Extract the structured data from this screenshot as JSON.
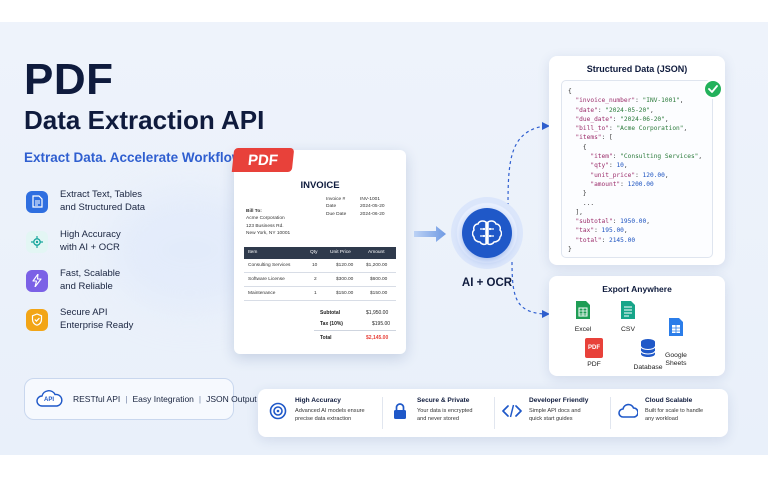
{
  "hero": {
    "title": "PDF",
    "subtitle": "Data Extraction API",
    "tagline": "Extract Data. Accelerate Workflows."
  },
  "features": [
    {
      "line1": "Extract Text, Tables",
      "line2": "and Structured Data",
      "icon": "document-icon",
      "color": "#2f6fe0"
    },
    {
      "line1": "High Accuracy",
      "line2": "with AI + OCR",
      "icon": "ai-chip-icon",
      "color": "#18a79d"
    },
    {
      "line1": "Fast, Scalable",
      "line2": "and Reliable",
      "icon": "lightning-icon",
      "color": "#7b61e6"
    },
    {
      "line1": "Secure API",
      "line2": "Enterprise Ready",
      "icon": "shield-icon",
      "color": "#f2a516"
    }
  ],
  "api_box": {
    "icon_label": "API",
    "item1": "RESTful API",
    "item2": "Easy Integration",
    "item3": "JSON Output",
    "divider": "|"
  },
  "invoice": {
    "tag": "PDF",
    "title": "INVOICE",
    "bill_to_label": "Bill To:",
    "bill_to_line1": "Acme Corporation",
    "bill_to_line2": "123 Business Rd.",
    "bill_to_line3": "New York, NY 10001",
    "meta_labels": [
      "Invoice #",
      "Date",
      "Due Date"
    ],
    "meta_values": [
      "INV-1001",
      "2024-05-20",
      "2024-06-20"
    ],
    "columns": [
      "Item",
      "Qty",
      "Unit Price",
      "Amount"
    ],
    "rows": [
      [
        "Consulting Services",
        "10",
        "$120.00",
        "$1,200.00"
      ],
      [
        "Software License",
        "2",
        "$300.00",
        "$600.00"
      ],
      [
        "Maintenance",
        "1",
        "$150.00",
        "$150.00"
      ]
    ],
    "subtotal_label": "Subtotal",
    "subtotal_value": "$1,950.00",
    "tax_label": "Tax (10%)",
    "tax_value": "$195.00",
    "total_label": "Total",
    "total_value": "$2,145.00"
  },
  "ai": {
    "label": "AI + OCR"
  },
  "json_card": {
    "title": "Structured Data (JSON)",
    "lines": [
      "{",
      "  \"invoice_number\": \"INV-1001\",",
      "  \"date\": \"2024-05-20\",",
      "  \"due_date\": \"2024-06-20\",",
      "  \"bill_to\": \"Acme Corporation\",",
      "  \"items\": [",
      "    {",
      "      \"item\": \"Consulting Services\",",
      "      \"qty\": 10,",
      "      \"unit_price\": 120.00,",
      "      \"amount\": 1200.00",
      "    }",
      "    ...",
      "  ],",
      "  \"subtotal\": 1950.00,",
      "  \"tax\": 195.00,",
      "  \"total\": 2145.00",
      "}"
    ]
  },
  "export_card": {
    "title": "Export Anywhere",
    "items": [
      {
        "label": "Excel",
        "icon": "excel-icon"
      },
      {
        "label": "CSV",
        "icon": "csv-icon"
      },
      {
        "label": "Google\nSheets",
        "icon": "google-sheets-icon"
      },
      {
        "label": "PDF",
        "icon": "pdf-icon"
      },
      {
        "label": "Database",
        "icon": "database-icon"
      }
    ],
    "pdf_icon_text": "PDF"
  },
  "bottom_features": [
    {
      "title": "High Accuracy",
      "line1": "Advanced AI models ensure",
      "line2": "precise data extraction",
      "icon": "target-icon"
    },
    {
      "title": "Secure & Private",
      "line1": "Your data is encrypted",
      "line2": "and never stored",
      "icon": "lock-icon"
    },
    {
      "title": "Developer Friendly",
      "line1": "Simple API docs and",
      "line2": "quick start guides",
      "icon": "code-icon"
    },
    {
      "title": "Cloud Scalable",
      "line1": "Built for scale to handle",
      "line2": "any workload",
      "icon": "cloud-icon"
    }
  ],
  "colors": {
    "navy": "#0f1b3d",
    "accent_blue": "#1f58c8",
    "pdf_red": "#e8413a",
    "success_green": "#23b15b"
  }
}
